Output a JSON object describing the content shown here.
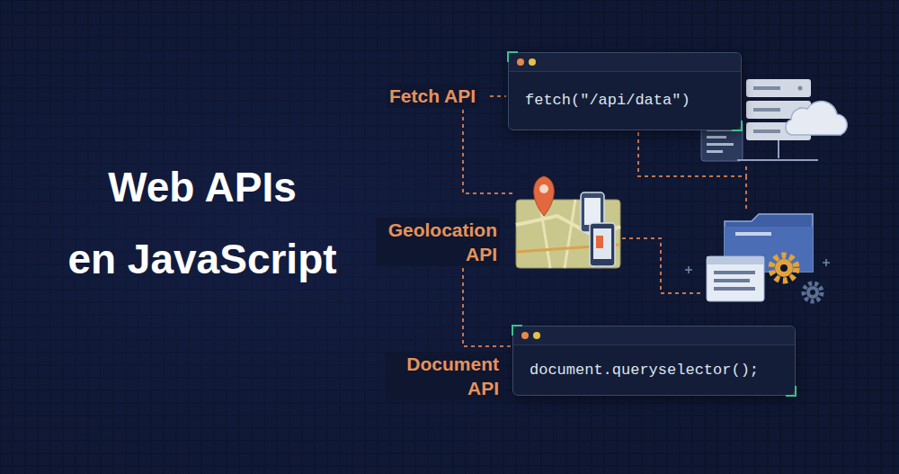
{
  "diagram": {
    "title": "Web APIs en JavaScript",
    "nodes": [
      {
        "text": [
          "fetch(\"/api/data\")"
        ]
      },
      {
        "text": [
          "document.queryselector();"
        ]
      }
    ],
    "labels": [
      "Fetch API",
      "Geolocation API",
      "Document API"
    ]
  }
}
